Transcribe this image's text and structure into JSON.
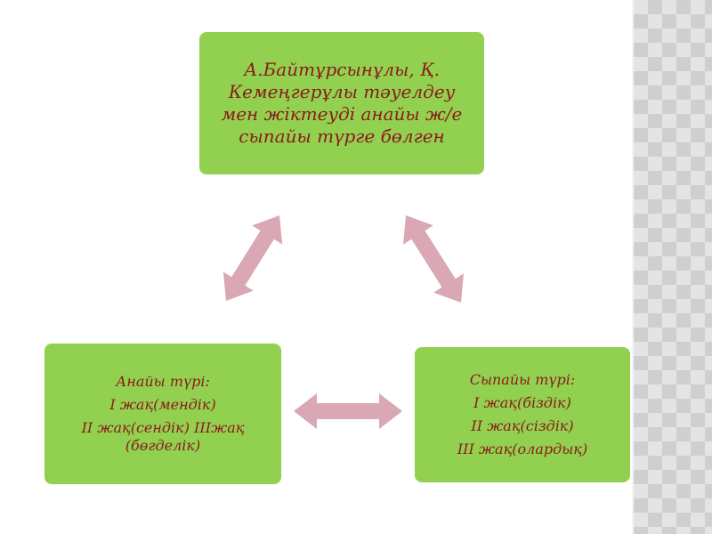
{
  "colors": {
    "box_fill": "#92d050",
    "box_text": "#8b1a1a",
    "arrow_fill": "#d9a8b4",
    "side_pattern": "#cfcfcf"
  },
  "boxes": {
    "top": {
      "lines": [
        "А.Байтұрсынұлы, Қ.",
        "Кемеңгерұлы тәуелдеу",
        "мен жіктеуді анайы ж/е",
        "сыпайы түрге бөлген"
      ]
    },
    "left": {
      "lines": [
        "Анайы түрі:",
        "І жақ(мендік)",
        "ІІ жақ(сендік) ІІІжақ (бөгделік)"
      ]
    },
    "right": {
      "lines": [
        "Сыпайы түрі:",
        "І жақ(біздік)",
        "ІІ жақ(сіздік)",
        "ІІІ жақ(олардық)"
      ]
    }
  },
  "arrows": [
    {
      "name": "arrow-top-left",
      "connects": [
        "top",
        "left"
      ],
      "style": "double-headed"
    },
    {
      "name": "arrow-top-right",
      "connects": [
        "top",
        "right"
      ],
      "style": "double-headed"
    },
    {
      "name": "arrow-left-right",
      "connects": [
        "left",
        "right"
      ],
      "style": "double-headed"
    }
  ]
}
